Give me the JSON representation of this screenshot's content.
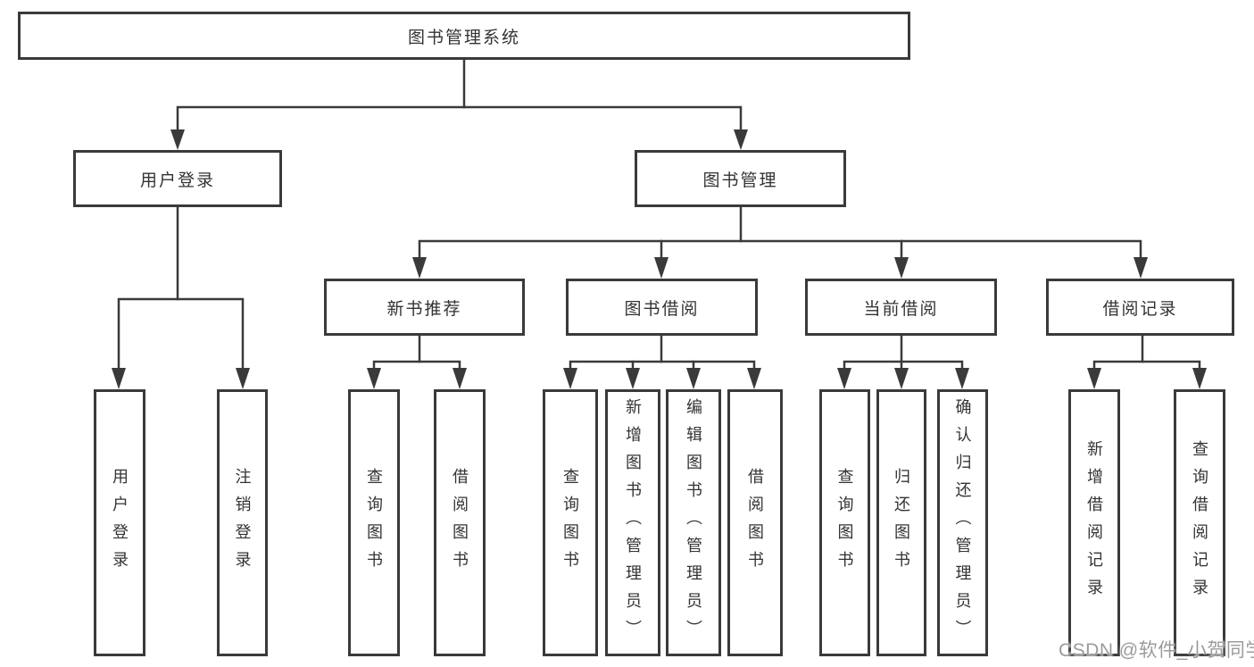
{
  "tree": {
    "root": {
      "label": "图书管理系统"
    },
    "level2": [
      {
        "label": "用户登录"
      },
      {
        "label": "图书管理"
      }
    ],
    "level3": [
      {
        "label": "新书推荐",
        "parent": "图书管理"
      },
      {
        "label": "图书借阅",
        "parent": "图书管理"
      },
      {
        "label": "当前借阅",
        "parent": "图书管理"
      },
      {
        "label": "借阅记录",
        "parent": "图书管理"
      }
    ],
    "leaves": [
      {
        "label": "用户登录",
        "parent": "用户登录"
      },
      {
        "label": "注销登录",
        "parent": "用户登录"
      },
      {
        "label": "查询图书",
        "parent": "新书推荐"
      },
      {
        "label": "借阅图书",
        "parent": "新书推荐"
      },
      {
        "label": "查询图书",
        "parent": "图书借阅"
      },
      {
        "label": "新增图书（管理员）",
        "parent": "图书借阅"
      },
      {
        "label": "编辑图书（管理员）",
        "parent": "图书借阅"
      },
      {
        "label": "借阅图书",
        "parent": "图书借阅"
      },
      {
        "label": "查询图书",
        "parent": "当前借阅"
      },
      {
        "label": "归还图书",
        "parent": "当前借阅"
      },
      {
        "label": "确认归还（管理员）",
        "parent": "当前借阅"
      },
      {
        "label": "新增借阅记录",
        "parent": "借阅记录"
      },
      {
        "label": "查询借阅记录",
        "parent": "借阅记录"
      }
    ]
  },
  "watermark": {
    "text": "CSDN @软件_小贺同学"
  },
  "colors": {
    "line": "#3a3a3a",
    "text": "#333333",
    "watermark_gray": "#9b9b9b",
    "background": "#ffffff"
  }
}
